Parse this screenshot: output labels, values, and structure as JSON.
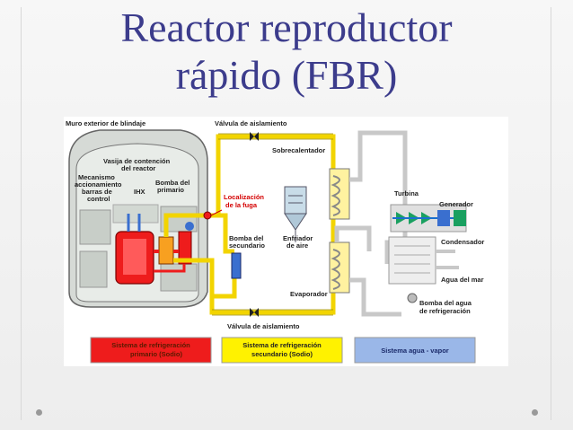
{
  "title": {
    "line1": "Reactor reproductor",
    "line2": "rápido (FBR)"
  },
  "diagram": {
    "labels": {
      "muro": "Muro exterior de blindaje",
      "valvula_top": "Válvula de aislamiento",
      "sobrecalentador": "Sobrecalentador",
      "vasija_1": "Vasija de contención",
      "vasija_2": "del reactor",
      "mecanismo_1": "Mecanismo",
      "mecanismo_2": "accionamiento",
      "mecanismo_3": "barras de",
      "mecanismo_4": "control",
      "ihx": "IHX",
      "bomba_primario_1": "Bomba del",
      "bomba_primario_2": "primario",
      "fuga_1": "Localización",
      "fuga_2": "de la fuga",
      "turbina": "Turbina",
      "generador": "Generador",
      "bomba_secundario_1": "Bomba del",
      "bomba_secundario_2": "secundario",
      "enfriador_1": "Enfriador",
      "enfriador_2": "de aire",
      "condensador": "Condensador",
      "agua_mar": "Agua del mar",
      "evaporador": "Evaporador",
      "bomba_agua_1": "Bomba del agua",
      "bomba_agua_2": "de refrigeración",
      "valvula_bottom": "Válvula de aislamiento"
    },
    "legend": [
      {
        "line1": "Sistema de refrigeración",
        "line2": "primario (Sodio)",
        "color": "#ee1c1c",
        "text_color": "#5a1a00"
      },
      {
        "line1": "Sistema de refrigeración",
        "line2": "secundario (Sodio)",
        "color": "#fff200",
        "text_color": "#222222"
      },
      {
        "line1": "Sistema agua - vapor",
        "line2": "",
        "color": "#9ab7e8",
        "text_color": "#1a2a6a"
      }
    ],
    "colors": {
      "primary": "#ee1c1c",
      "secondary": "#f2d400",
      "water": "#c8c8c8",
      "building": "#cdd2cd",
      "leak": "#d40000"
    }
  }
}
